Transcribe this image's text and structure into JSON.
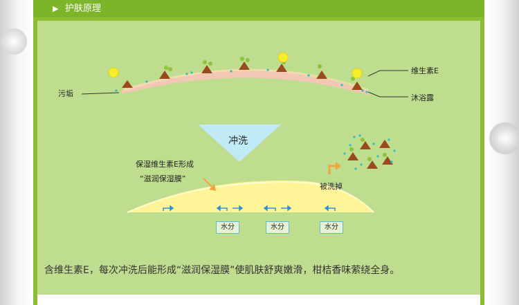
{
  "header": {
    "arrow": "▶",
    "title": "护肤原理"
  },
  "labels": {
    "vitamin_e": "维生素E",
    "shower_gel": "沐浴露",
    "dirt": "污垢",
    "rinse": "冲洗",
    "film_line1": "保湿维生素E形成",
    "film_line2": "“滋润保湿膜”",
    "washed_away": "被洗掉",
    "water": [
      "水分",
      "水分",
      "水分"
    ]
  },
  "caption": "含维生素E，每次冲洗后能形成“滋润保湿膜”使肌肤舒爽嫩滑，柑桔香味萦绕全身。",
  "colors": {
    "panel": "#8cbe34",
    "content": "#bfdd8e",
    "skin_arc": "#f2c7b3",
    "film": "#fff598",
    "triangle": "#9a4b1e",
    "dot": "#2dbfc2",
    "vitamin": "#f6ee2a",
    "funnel": "#bfeaf6"
  }
}
